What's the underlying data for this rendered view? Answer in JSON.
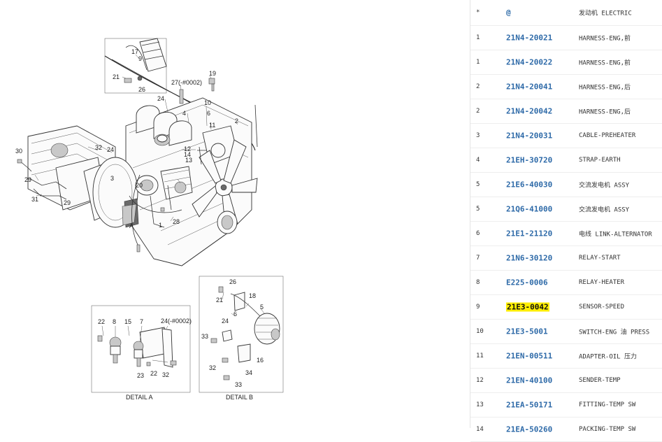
{
  "diagram": {
    "callouts": [
      "17",
      "9",
      "21",
      "26",
      "19",
      "27(-#0002)",
      "24",
      "4",
      "10",
      "6",
      "11",
      "2",
      "30",
      "32",
      "24",
      "12",
      "14",
      "13",
      "3",
      "29",
      "31",
      "29",
      "20",
      "A",
      "1",
      "28",
      "26",
      "21",
      "18",
      "5",
      "6",
      "24",
      "33",
      "16",
      "32",
      "34",
      "33",
      "22",
      "8",
      "15",
      "7",
      "24(-#0002)",
      "23",
      "22",
      "32"
    ],
    "detail_a_label": "DETAIL A",
    "detail_b_label": "DETAIL B"
  },
  "parts": {
    "rows": [
      {
        "no": "*",
        "pn": "@",
        "desc": "发动机 ELECTRIC"
      },
      {
        "no": "1",
        "pn": "21N4-20021",
        "desc": "HARNESS-ENG,前"
      },
      {
        "no": "1",
        "pn": "21N4-20022",
        "desc": "HARNESS-ENG,前"
      },
      {
        "no": "2",
        "pn": "21N4-20041",
        "desc": "HARNESS-ENG,后"
      },
      {
        "no": "2",
        "pn": "21N4-20042",
        "desc": "HARNESS-ENG,后"
      },
      {
        "no": "3",
        "pn": "21N4-20031",
        "desc": "CABLE-PREHEATER"
      },
      {
        "no": "4",
        "pn": "21EH-30720",
        "desc": "STRAP-EARTH"
      },
      {
        "no": "5",
        "pn": "21E6-40030",
        "desc": "交流发电机 ASSY"
      },
      {
        "no": "5",
        "pn": "21Q6-41000",
        "desc": "交流发电机 ASSY"
      },
      {
        "no": "6",
        "pn": "21E1-21120",
        "desc": "电线 LINK-ALTERNATOR"
      },
      {
        "no": "7",
        "pn": "21N6-30120",
        "desc": "RELAY-START"
      },
      {
        "no": "8",
        "pn": "E225-0006",
        "desc": "RELAY-HEATER"
      },
      {
        "no": "9",
        "pn": "21E3-0042",
        "desc": "SENSOR-SPEED",
        "highlight": true
      },
      {
        "no": "10",
        "pn": "21E3-5001",
        "desc": "SWITCH-ENG 油 PRESS"
      },
      {
        "no": "11",
        "pn": "21EN-00511",
        "desc": "ADAPTER-OIL 压力"
      },
      {
        "no": "12",
        "pn": "21EN-40100",
        "desc": "SENDER-TEMP"
      },
      {
        "no": "13",
        "pn": "21EA-50171",
        "desc": "FITTING-TEMP SW"
      },
      {
        "no": "14",
        "pn": "21EA-50260",
        "desc": "PACKING-TEMP SW"
      }
    ]
  },
  "colors": {
    "link": "#2e6aa8",
    "highlight": "#ffee00"
  }
}
